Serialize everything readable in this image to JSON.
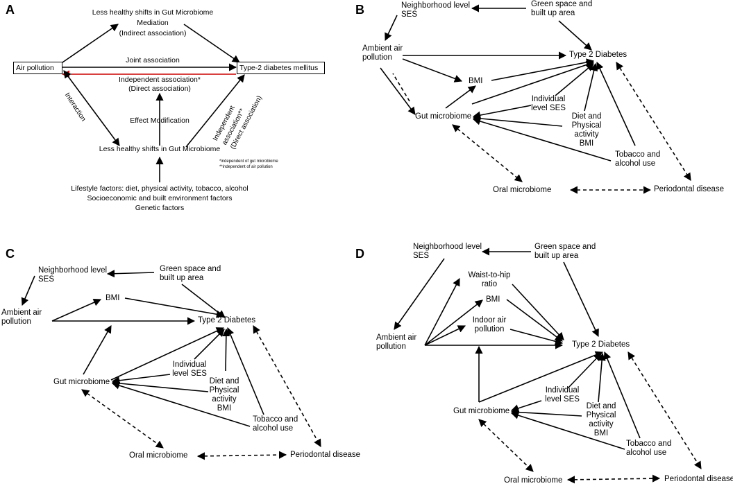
{
  "panels": {
    "a": {
      "letter": "A",
      "mediation_top": "Less healthy shifts in Gut Microbiome",
      "mediation": "Mediation",
      "indirect": "(Indirect association)",
      "air_pollution": "Air pollution",
      "t2dm": "Type-2 diabetes mellitus",
      "joint": "Joint association",
      "independent": "Independent  association*",
      "direct": "(Direct association)",
      "interaction": "Interaction",
      "effect_mod": "Effect  Modification",
      "bottom_gut": "Less healthy shifts in Gut Microbiome",
      "rot_line1": "Independent",
      "rot_line2": "association**",
      "rot_line3": "(Direct association)",
      "note1": "*independent of gut microbiome",
      "note2": "**independent of air pollution",
      "lifestyle": "Lifestyle factors: diet, physical activity, tobacco, alcohol",
      "socio": "Socioeconomic and built environment factors",
      "genetic": "Genetic factors"
    },
    "b": {
      "letter": "B",
      "neighborhood_1": "Neighborhood level",
      "neighborhood_2": "SES",
      "green_1": "Green space and",
      "green_2": "built up area",
      "ambient_1": "Ambient air",
      "ambient_2": "pollution",
      "t2d": "Type 2 Diabetes",
      "bmi": "BMI",
      "gut": "Gut microbiome",
      "ses_1": "Individual",
      "ses_2": "level SES",
      "diet_1": "Diet and",
      "diet_2": "Physical",
      "diet_3": "activity",
      "diet_4": "BMI",
      "tob_1": "Tobacco and",
      "tob_2": "alcohol use",
      "oral": "Oral microbiome",
      "perio": "Periodontal disease"
    },
    "c": {
      "letter": "C",
      "neighborhood_1": "Neighborhood level",
      "neighborhood_2": "SES",
      "green_1": "Green space and",
      "green_2": "built up area",
      "ambient_1": "Ambient air",
      "ambient_2": "pollution",
      "bmi": "BMI",
      "t2d": "Type 2 Diabetes",
      "gut": "Gut microbiome",
      "ses_1": "Individual",
      "ses_2": "level SES",
      "diet_1": "Diet and",
      "diet_2": "Physical",
      "diet_3": "activity",
      "diet_4": "BMI",
      "tob_1": "Tobacco and",
      "tob_2": "alcohol use",
      "oral": "Oral microbiome",
      "perio": "Periodontal disease"
    },
    "d": {
      "letter": "D",
      "neighborhood_1": "Neighborhood level",
      "neighborhood_2": "SES",
      "green_1": "Green space and",
      "green_2": "built up area",
      "whr_1": "Waist-to-hip",
      "whr_2": "ratio",
      "bmi": "BMI",
      "indoor_1": "Indoor air",
      "indoor_2": "pollution",
      "ambient_1": "Ambient air",
      "ambient_2": "pollution",
      "t2d": "Type 2 Diabetes",
      "ses_1": "Individual",
      "ses_2": "level SES",
      "gut": "Gut microbiome",
      "diet_1": "Diet and",
      "diet_2": "Physical",
      "diet_3": "activity",
      "diet_4": "BMI",
      "tob_1": "Tobacco and",
      "tob_2": "alcohol use",
      "oral": "Oral microbiome",
      "perio": "Periodontal disease"
    }
  },
  "colors": {
    "ink": "#000000",
    "red_arrow": "#cc0000"
  }
}
